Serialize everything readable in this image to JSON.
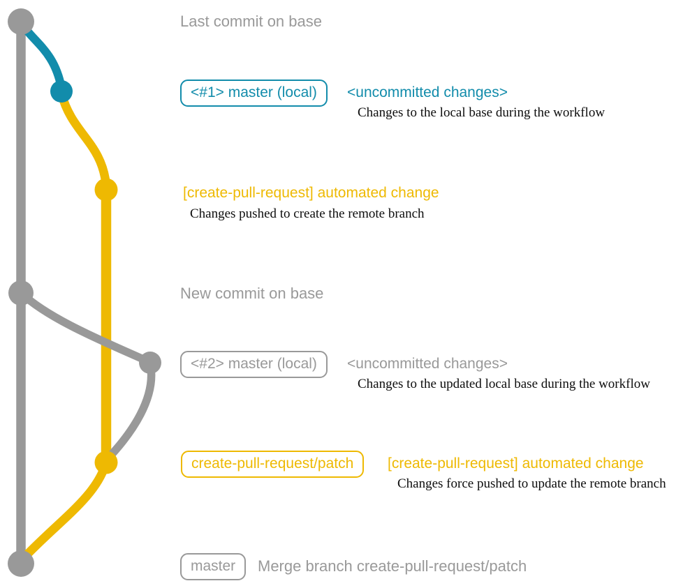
{
  "colors": {
    "teal": "#128cab",
    "yellow": "#eeb902",
    "gray": "#999999",
    "ink": "#0d0d0d",
    "background": "#ffffff"
  },
  "annotations": {
    "row1": {
      "title": "Last commit on base"
    },
    "row2": {
      "badge": "<#1> master (local)",
      "heading": "<uncommitted changes>",
      "description": "Changes to the local base during the workflow"
    },
    "row3": {
      "heading": "[create-pull-request] automated change",
      "description": "Changes pushed to create the remote branch"
    },
    "row4": {
      "title": "New commit on base"
    },
    "row5": {
      "badge": "<#2> master (local)",
      "heading": "<uncommitted changes>",
      "description": "Changes to the updated local base during the workflow"
    },
    "row6": {
      "badge": "create-pull-request/patch",
      "heading": "[create-pull-request] automated change",
      "description": "Changes force pushed to update the remote branch"
    },
    "row7": {
      "badge": "master",
      "heading": "Merge branch create-pull-request/patch"
    }
  }
}
